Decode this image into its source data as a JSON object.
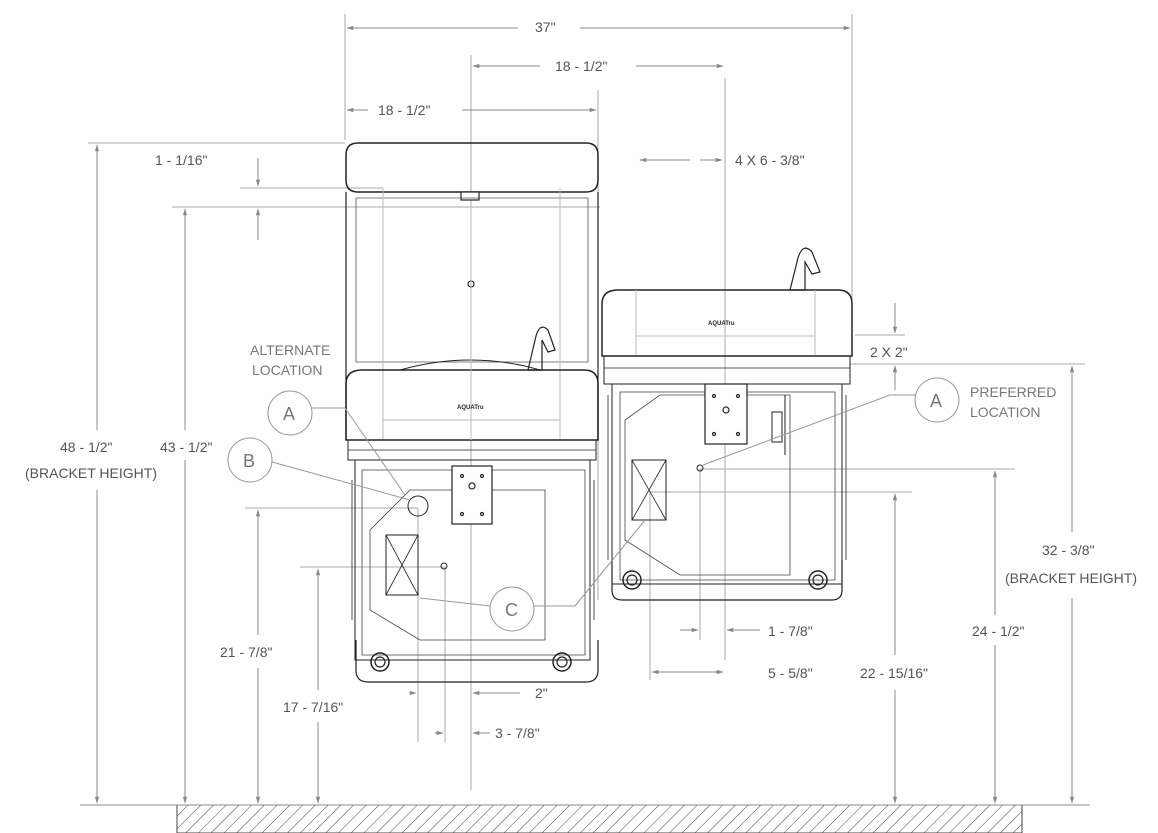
{
  "dimensions": {
    "total_width": "37\"",
    "unit_spacing": "18 - 1/2\"",
    "left_unit_width": "18 - 1/2\"",
    "left_top_offset": "1 - 1/16\"",
    "bracket_spacing": "4 X    6 - 3/8\"",
    "bracket_offset": "2 X    2\"",
    "left_overall_height": "48 - 1/2\"",
    "left_overall_height_note": "(BRACKET HEIGHT)",
    "left_bracket_height": "43 - 1/2\"",
    "left_rough_in_height": "21 - 7/8\"",
    "left_drain_height": "17 - 7/16\"",
    "left_center_offset": "2\"",
    "left_drain_offset": "3 - 7/8\"",
    "right_bracket_height": "32 - 3/8\"",
    "right_bracket_height_note": "(BRACKET HEIGHT)",
    "right_rough_in_height": "24 - 1/2\"",
    "right_drain_height": "22 - 15/16\"",
    "right_center_offset": "1 - 7/8\"",
    "right_drain_offset": "5 - 5/8\""
  },
  "labels": {
    "alternate_location_line1": "ALTERNATE",
    "alternate_location_line2": "LOCATION",
    "preferred_location_line1": "PREFERRED",
    "preferred_location_line2": "LOCATION",
    "bubble_a": "A",
    "bubble_b": "B",
    "bubble_c": "C",
    "brand": "AQUATru"
  }
}
